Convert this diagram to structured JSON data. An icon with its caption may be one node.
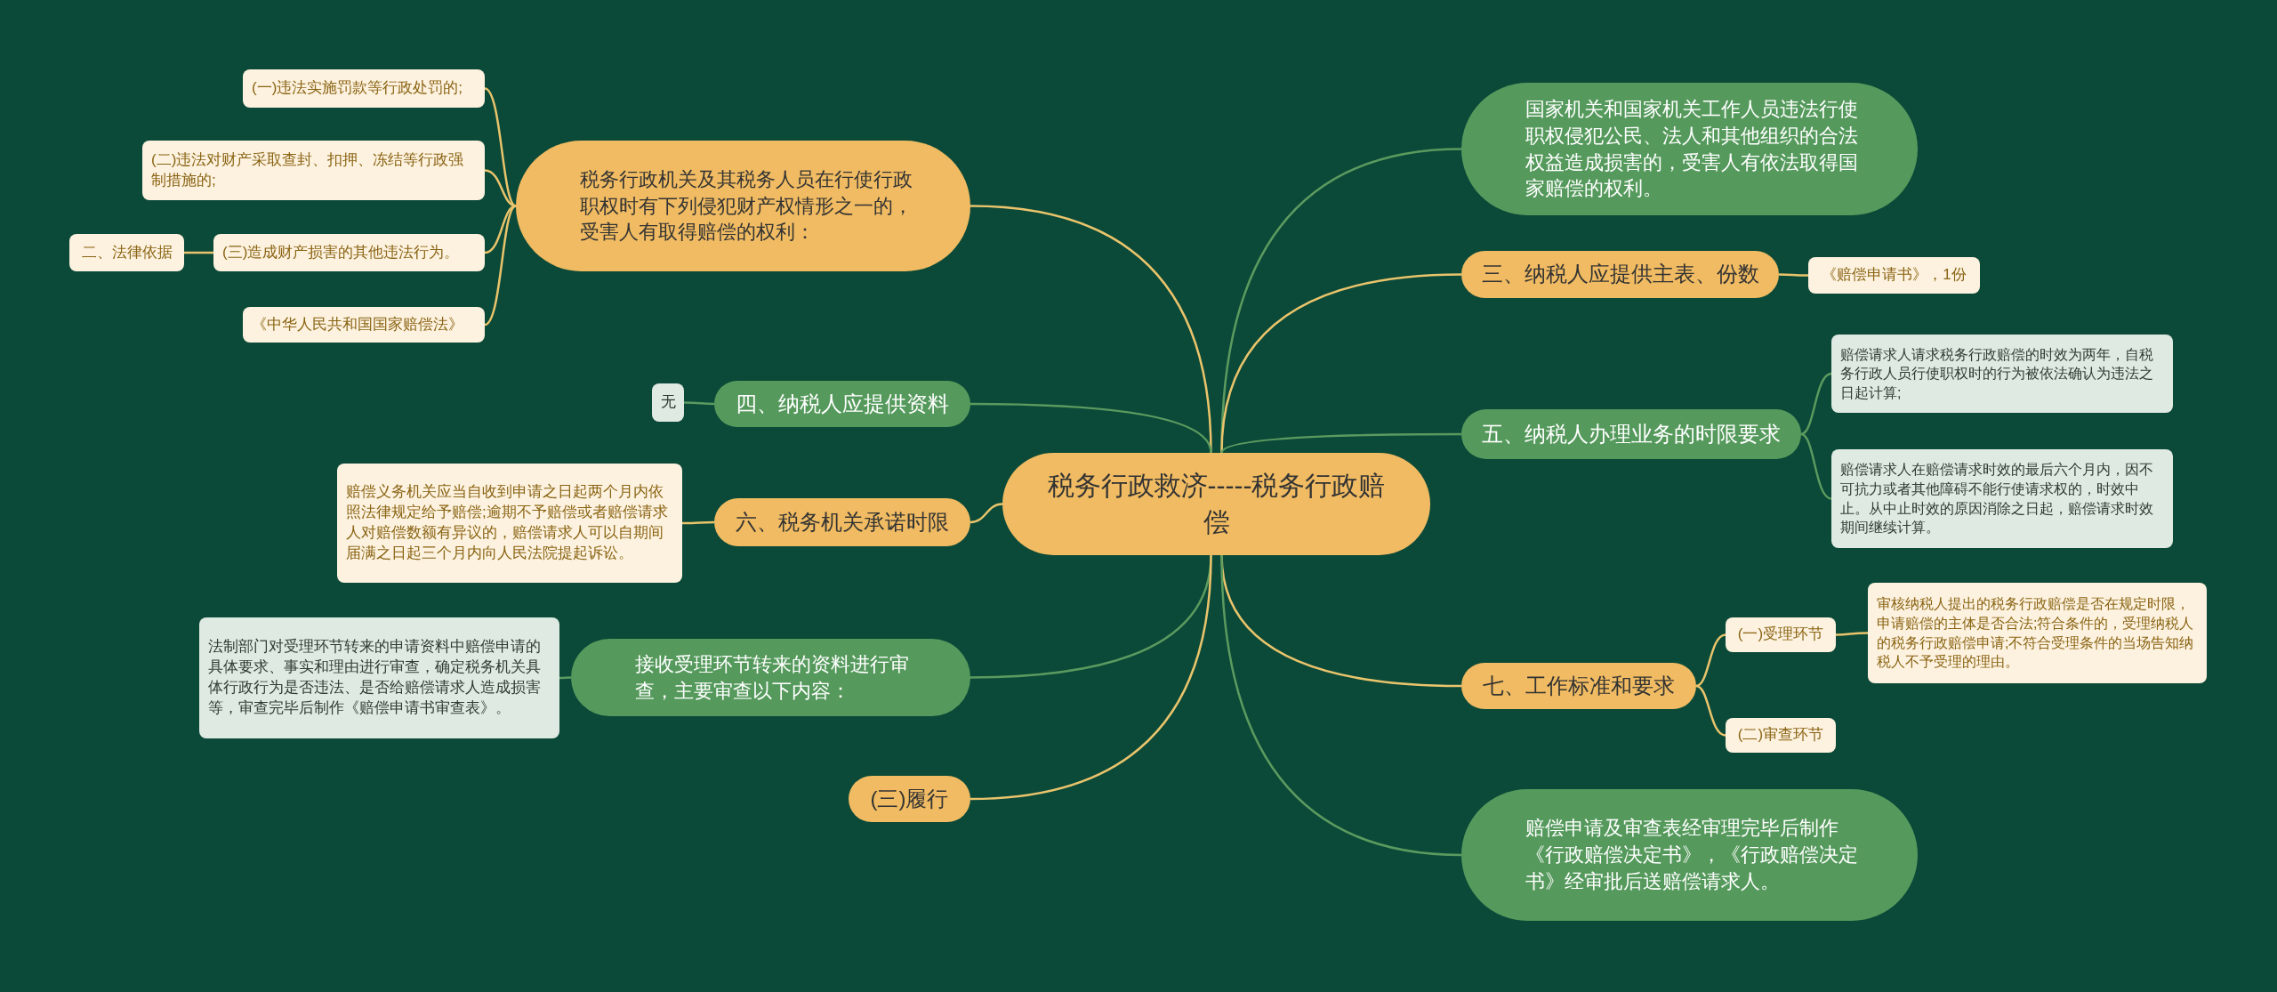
{
  "diagram": {
    "nodes": [
      {
        "text": [
          "税务行政救济-----税务行政赔偿"
        ]
      },
      {
        "text": [
          "税务行政机关及其税务人员在行使行政职权时有下列侵犯财产权情形之一的，受害人有取得赔偿的权利："
        ]
      },
      {
        "text": [
          "(一)违法实施罚款等行政处罚的;"
        ]
      },
      {
        "text": [
          "(二)违法对财产采取查封、扣押、冻结等行政强制措施的;"
        ]
      },
      {
        "text": [
          "(三)造成财产损害的其他违法行为。"
        ]
      },
      {
        "text": [
          "二、法律依据"
        ]
      },
      {
        "text": [
          "《中华人民共和国国家赔偿法》"
        ]
      },
      {
        "text": [
          "四、纳税人应提供资料"
        ]
      },
      {
        "text": [
          "无"
        ]
      },
      {
        "text": [
          "六、税务机关承诺时限"
        ]
      },
      {
        "text": [
          "赔偿义务机关应当自收到申请之日起两个月内依照法律规定给予赔偿;逾期不予赔偿或者赔偿请求人对赔偿数额有异议的，赔偿请求人可以自期间届满之日起三个月内向人民法院提起诉讼。"
        ]
      },
      {
        "text": [
          "接收受理环节转来的资料进行审查，主要审查以下内容："
        ]
      },
      {
        "text": [
          "法制部门对受理环节转来的申请资料中赔偿申请的具体要求、事实和理由进行审查，确定税务机关具体行政行为是否违法、是否给赔偿请求人造成损害等，审查完毕后制作《赔偿申请书审查表》。"
        ]
      },
      {
        "text": [
          "(三)履行"
        ]
      },
      {
        "text": [
          "国家机关和国家机关工作人员违法行使职权侵犯公民、法人和其他组织的合法权益造成损害的，受害人有依法取得国家赔偿的权利。"
        ]
      },
      {
        "text": [
          "三、纳税人应提供主表、份数"
        ]
      },
      {
        "text": [
          "《赔偿申请书》，1份"
        ]
      },
      {
        "text": [
          "五、纳税人办理业务的时限要求"
        ]
      },
      {
        "text": [
          "赔偿请求人请求税务行政赔偿的时效为两年，自税务行政人员行使职权时的行为被依法确认为违法之日起计算;"
        ]
      },
      {
        "text": [
          "赔偿请求人在赔偿请求时效的最后六个月内，因不可抗力或者其他障碍不能行使请求权的，时效中止。从中止时效的原因消除之日起，赔偿请求时效期间继续计算。"
        ]
      },
      {
        "text": [
          "七、工作标准和要求"
        ]
      },
      {
        "text": [
          "(一)受理环节"
        ]
      },
      {
        "text": [
          "审核纳税人提出的税务行政赔偿是否在规定时限，申请赔偿的主体是否合法;符合条件的，受理纳税人的税务行政赔偿申请;不符合受理条件的当场告知纳税人不予受理的理由。"
        ]
      },
      {
        "text": [
          "(二)审查环节"
        ]
      },
      {
        "text": [
          "赔偿申请及审查表经审理完毕后制作《行政赔偿决定书》，《行政赔偿决定书》经审批后送赔偿请求人。"
        ]
      }
    ],
    "edges": [
      {
        "from": 0,
        "to": 1,
        "arrow": "none"
      },
      {
        "from": 1,
        "to": 2,
        "arrow": "none"
      },
      {
        "from": 1,
        "to": 3,
        "arrow": "none"
      },
      {
        "from": 1,
        "to": 4,
        "arrow": "none"
      },
      {
        "from": 4,
        "to": 5,
        "arrow": "none"
      },
      {
        "from": 1,
        "to": 6,
        "arrow": "none"
      },
      {
        "from": 0,
        "to": 7,
        "arrow": "none",
        "color": "#5b9a5f"
      },
      {
        "from": 7,
        "to": 8,
        "arrow": "none",
        "color": "#5b9a5f"
      },
      {
        "from": 0,
        "to": 9,
        "arrow": "none"
      },
      {
        "from": 9,
        "to": 10,
        "arrow": "none"
      },
      {
        "from": 0,
        "to": 11,
        "arrow": "none",
        "color": "#5b9a5f"
      },
      {
        "from": 11,
        "to": 12,
        "arrow": "none",
        "color": "#5b9a5f"
      },
      {
        "from": 0,
        "to": 13,
        "arrow": "none"
      },
      {
        "from": 0,
        "to": 14,
        "arrow": "none",
        "color": "#5b9a5f"
      },
      {
        "from": 0,
        "to": 15,
        "arrow": "none"
      },
      {
        "from": 15,
        "to": 16,
        "arrow": "none"
      },
      {
        "from": 0,
        "to": 17,
        "arrow": "none",
        "color": "#5b9a5f"
      },
      {
        "from": 17,
        "to": 18,
        "arrow": "none",
        "color": "#5b9a5f"
      },
      {
        "from": 17,
        "to": 19,
        "arrow": "none",
        "color": "#5b9a5f"
      },
      {
        "from": 0,
        "to": 20,
        "arrow": "none"
      },
      {
        "from": 20,
        "to": 21,
        "arrow": "none"
      },
      {
        "from": 21,
        "to": 22,
        "arrow": "none"
      },
      {
        "from": 20,
        "to": 23,
        "arrow": "none"
      },
      {
        "from": 0,
        "to": 24,
        "arrow": "none",
        "color": "#5b9a5f"
      }
    ]
  }
}
